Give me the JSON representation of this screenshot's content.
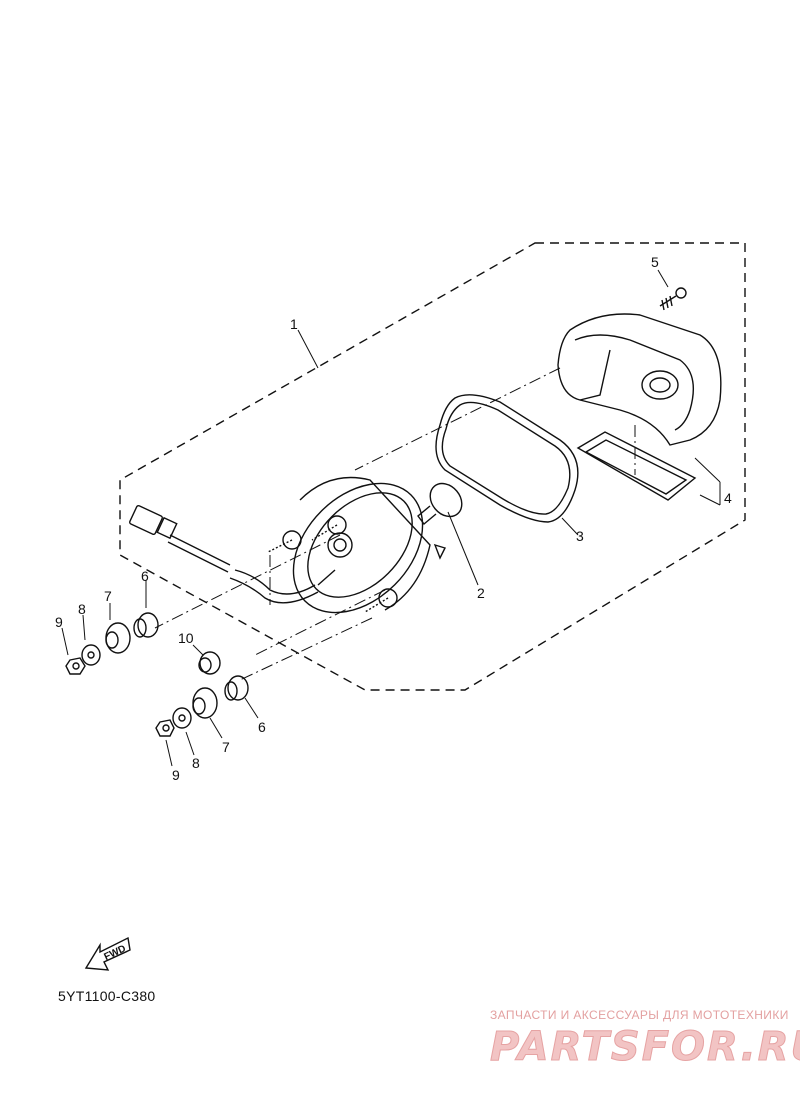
{
  "diagram": {
    "part_labels": {
      "p1": "1",
      "p2": "2",
      "p3": "3",
      "p4": "4",
      "p5": "5",
      "p6a": "6",
      "p6b": "6",
      "p7a": "7",
      "p7b": "7",
      "p8a": "8",
      "p8b": "8",
      "p9a": "9",
      "p9b": "9",
      "p10": "10"
    },
    "fwd_label": "FWD",
    "diagram_code": "5YT1100-C380"
  },
  "watermark": {
    "tagline": "ЗАПЧАСТИ И АКСЕССУАРЫ ДЛЯ МОТОТЕХНИКИ",
    "logo": "PARTSFOR.RU"
  }
}
